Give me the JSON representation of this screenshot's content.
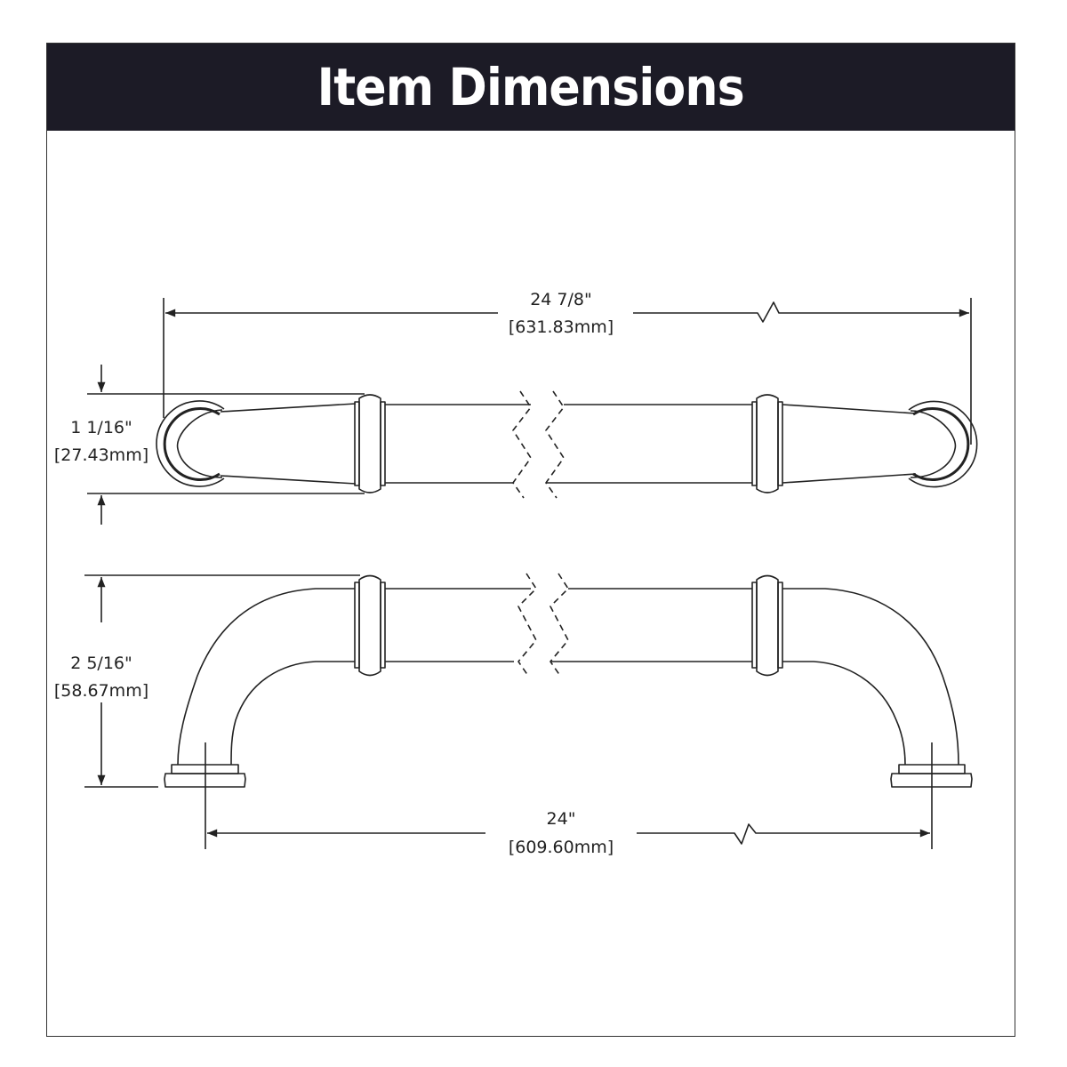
{
  "header": {
    "title": "Item Dimensions"
  },
  "colors": {
    "header_bg": "#1c1b26",
    "header_text": "#ffffff",
    "line": "#222222"
  },
  "dimensions": {
    "overall_length": {
      "imperial": "24 7/8\"",
      "metric": "[631.83mm]"
    },
    "diameter": {
      "imperial": "1 1/16\"",
      "metric": "[27.43mm]"
    },
    "projection": {
      "imperial": "2 5/16\"",
      "metric": "[58.67mm]"
    },
    "center_to_center": {
      "imperial": "24\"",
      "metric": "[609.60mm]"
    }
  },
  "views": [
    "top-view",
    "side-view"
  ]
}
